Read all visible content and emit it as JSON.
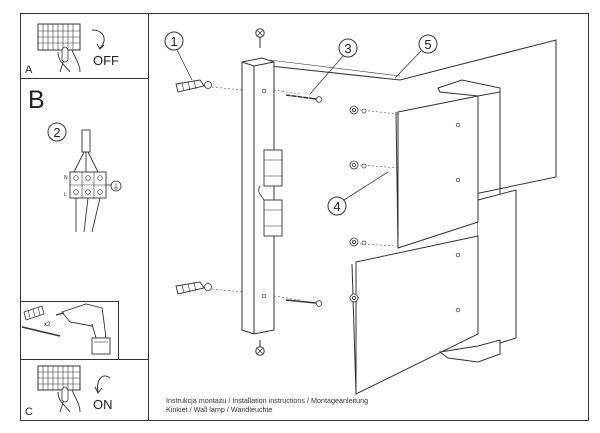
{
  "panels": {
    "a": {
      "letter": "A",
      "label": "OFF"
    },
    "b": {
      "letter": "B"
    },
    "c": {
      "letter": "C",
      "label": "ON"
    }
  },
  "drill_panel": {
    "quantity": "x2"
  },
  "callouts": [
    "1",
    "2",
    "3",
    "4",
    "5"
  ],
  "caption": {
    "line1": "Instrukcja montażu / Installation instructions / Montageanleitung",
    "line2": "Kinkiet / Wall lamp / Wandleuchte"
  },
  "wiring_labels": {
    "l": "L",
    "n": "N",
    "earth": "⏚"
  }
}
